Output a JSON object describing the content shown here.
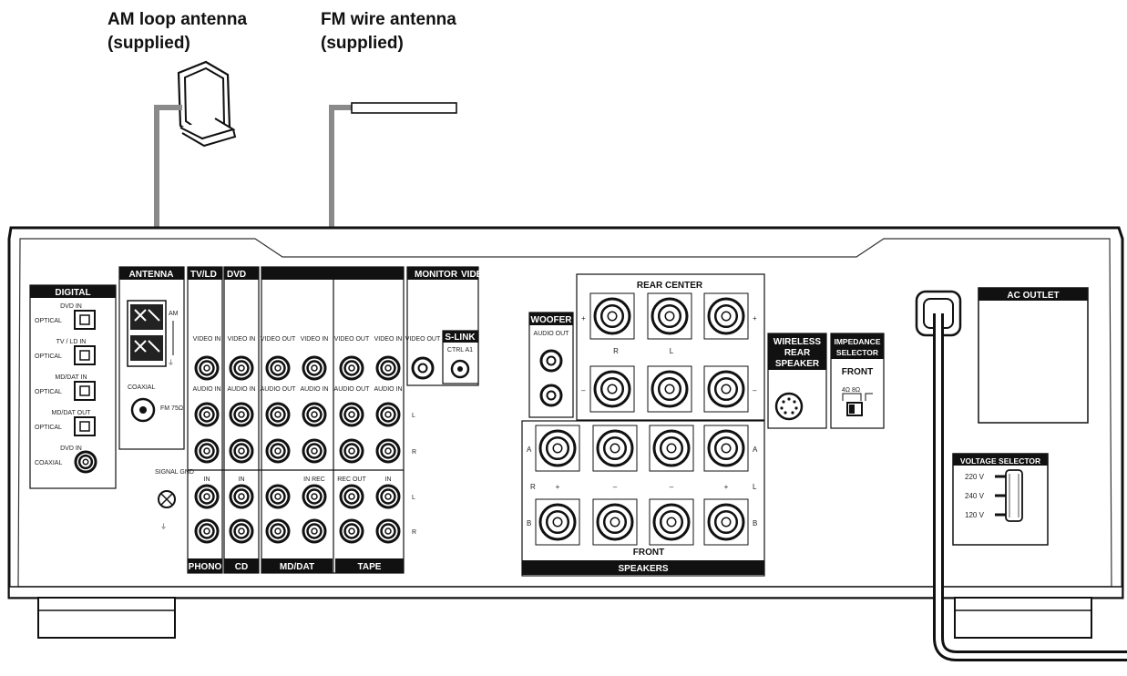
{
  "callouts": {
    "am_title": "AM loop antenna",
    "am_sub": "(supplied)",
    "fm_title": "FM wire antenna",
    "fm_sub": "(supplied)"
  },
  "digital": {
    "header": "DIGITAL",
    "rows": [
      {
        "title": "DVD IN",
        "label": "OPTICAL"
      },
      {
        "title": "TV / LD IN",
        "label": "OPTICAL"
      },
      {
        "title": "MD/DAT IN",
        "label": "OPTICAL"
      },
      {
        "title": "MD/DAT OUT",
        "label": "OPTICAL"
      },
      {
        "title": "DVD IN",
        "label": "COAXIAL"
      }
    ]
  },
  "antenna": {
    "header": "ANTENNA",
    "am_label": "AM",
    "coaxial_label": "COAXIAL",
    "fm_label": "FM 75Ω"
  },
  "signal_gnd": "SIGNAL GND",
  "input_headers": [
    "TV/LD",
    "DVD",
    "",
    "MONITOR",
    "VIDEO"
  ],
  "video_labels": [
    "VIDEO IN",
    "VIDEO IN",
    "VIDEO OUT",
    "VIDEO IN",
    "VIDEO OUT",
    "VIDEO IN"
  ],
  "audio_labels": [
    "AUDIO IN",
    "AUDIO IN",
    "AUDIO OUT",
    "AUDIO IN",
    "AUDIO OUT",
    "AUDIO IN"
  ],
  "monitor_video_label": "VIDEO OUT",
  "slink": {
    "header": "S-LINK",
    "label": "CTRL A1"
  },
  "lower_in_labels": [
    "IN",
    "IN",
    "",
    "IN REC",
    "REC OUT",
    "IN"
  ],
  "channel_labels": {
    "l": "L",
    "r": "R"
  },
  "bottom_headers": [
    "PHONO",
    "CD",
    "MD/DAT",
    "TAPE"
  ],
  "woofer": {
    "header": "WOOFER",
    "label": "AUDIO OUT"
  },
  "rear_center": {
    "header": "REAR CENTER",
    "r": "R",
    "l": "L",
    "plus": "+",
    "minus": "–"
  },
  "front": {
    "a": "A",
    "b": "B",
    "r": "R",
    "l": "L",
    "plus": "+",
    "minus": "–",
    "footer": "FRONT",
    "header": "SPEAKERS"
  },
  "wireless": {
    "line1": "WIRELESS",
    "line2": "REAR",
    "line3": "SPEAKER"
  },
  "impedance": {
    "line1": "IMPEDANCE",
    "line2": "SELECTOR",
    "front": "FRONT",
    "switch_label": "4Ω 8Ω"
  },
  "ac_outlet": "AC OUTLET",
  "voltage": {
    "header": "VOLTAGE SELECTOR",
    "options": [
      "220 V",
      "240 V",
      "120 V"
    ]
  }
}
